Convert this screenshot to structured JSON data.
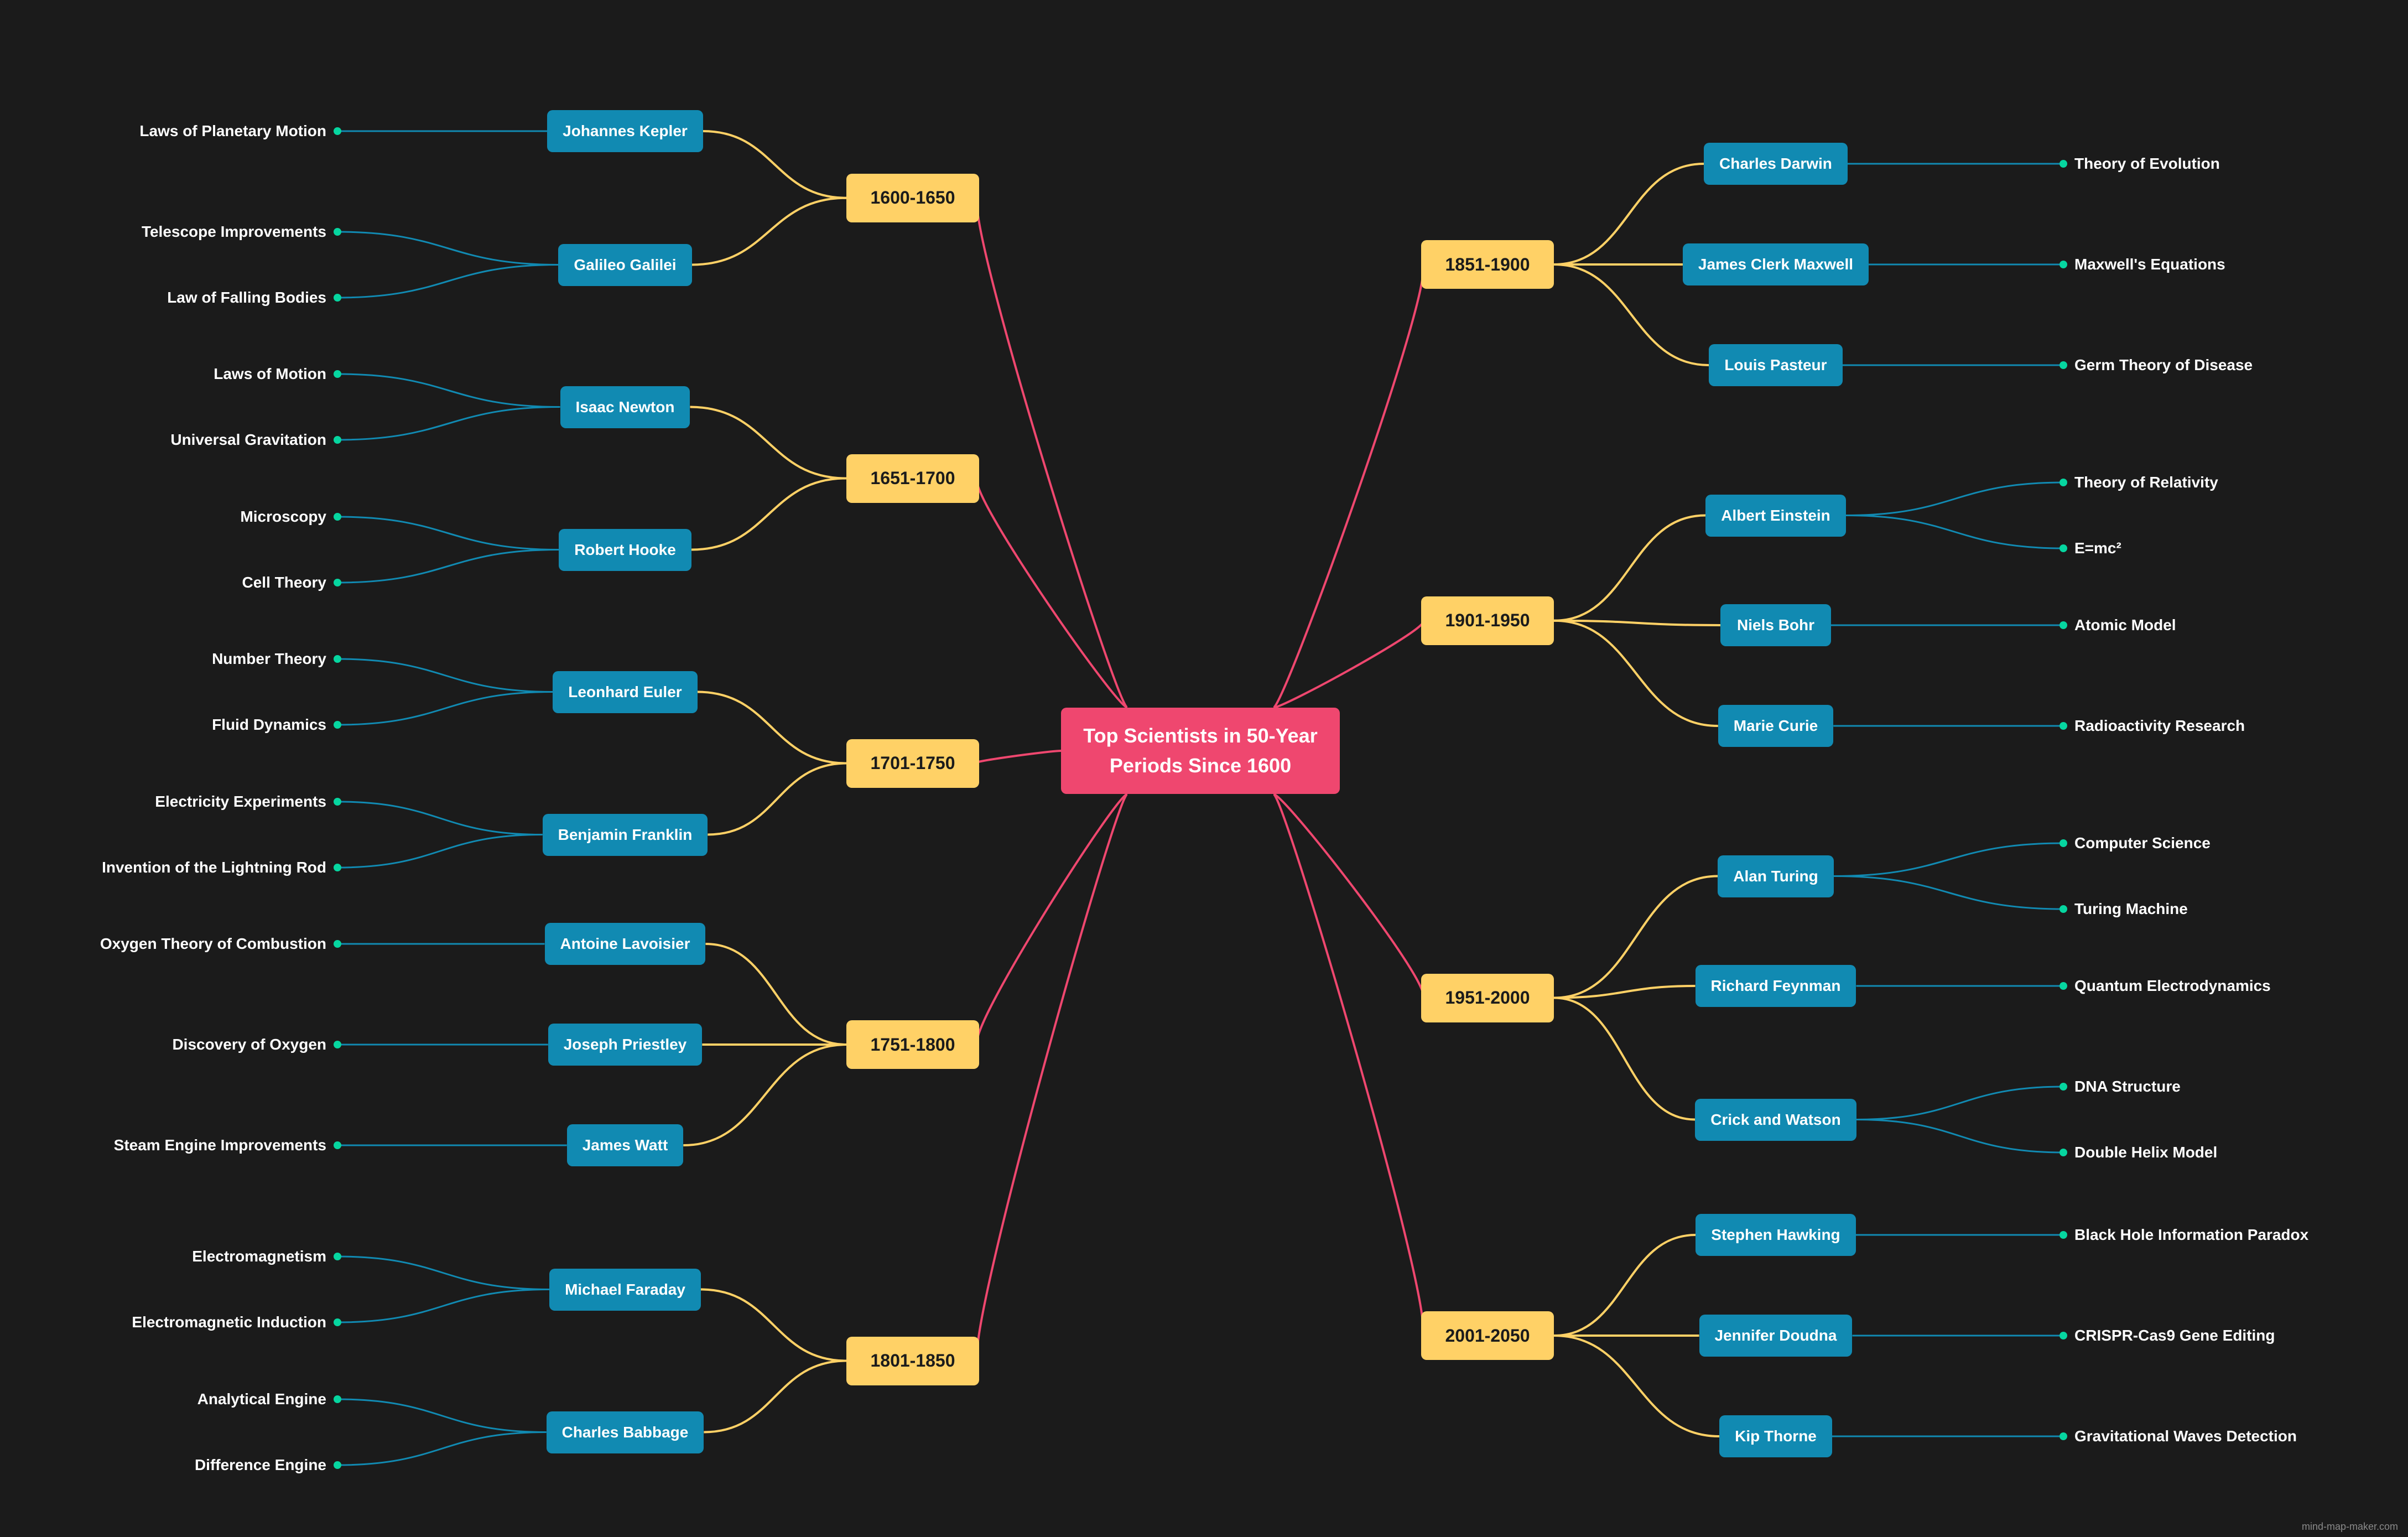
{
  "title": "Top Scientists in 50-Year Periods Since 1600",
  "credit": "mind-map-maker.com",
  "colors": {
    "background": "#1b1b1b",
    "root": "#ef476f",
    "period": "#ffd166",
    "scientist": "#118ab2",
    "leaf_dot": "#06d6a0"
  },
  "left": [
    {
      "period": "1600-1650",
      "scientists": [
        {
          "name": "Johannes Kepler",
          "works": [
            "Laws of Planetary Motion"
          ]
        },
        {
          "name": "Galileo Galilei",
          "works": [
            "Telescope Improvements",
            "Law of Falling Bodies"
          ]
        }
      ]
    },
    {
      "period": "1651-1700",
      "scientists": [
        {
          "name": "Isaac Newton",
          "works": [
            "Laws of Motion",
            "Universal Gravitation"
          ]
        },
        {
          "name": "Robert Hooke",
          "works": [
            "Microscopy",
            "Cell Theory"
          ]
        }
      ]
    },
    {
      "period": "1701-1750",
      "scientists": [
        {
          "name": "Leonhard Euler",
          "works": [
            "Number Theory",
            "Fluid Dynamics"
          ]
        },
        {
          "name": "Benjamin Franklin",
          "works": [
            "Electricity Experiments",
            "Invention of the Lightning Rod"
          ]
        }
      ]
    },
    {
      "period": "1751-1800",
      "scientists": [
        {
          "name": "Antoine Lavoisier",
          "works": [
            "Oxygen Theory of Combustion"
          ]
        },
        {
          "name": "Joseph Priestley",
          "works": [
            "Discovery of Oxygen"
          ]
        },
        {
          "name": "James Watt",
          "works": [
            "Steam Engine Improvements"
          ]
        }
      ]
    },
    {
      "period": "1801-1850",
      "scientists": [
        {
          "name": "Michael Faraday",
          "works": [
            "Electromagnetism",
            "Electromagnetic Induction"
          ]
        },
        {
          "name": "Charles Babbage",
          "works": [
            "Analytical Engine",
            "Difference Engine"
          ]
        }
      ]
    }
  ],
  "right": [
    {
      "period": "1851-1900",
      "scientists": [
        {
          "name": "Charles Darwin",
          "works": [
            "Theory of Evolution"
          ]
        },
        {
          "name": "James Clerk Maxwell",
          "works": [
            "Maxwell's Equations"
          ]
        },
        {
          "name": "Louis Pasteur",
          "works": [
            "Germ Theory of Disease"
          ]
        }
      ]
    },
    {
      "period": "1901-1950",
      "scientists": [
        {
          "name": "Albert Einstein",
          "works": [
            "Theory of Relativity",
            "E=mc²"
          ]
        },
        {
          "name": "Niels Bohr",
          "works": [
            "Atomic Model"
          ]
        },
        {
          "name": "Marie Curie",
          "works": [
            "Radioactivity Research"
          ]
        }
      ]
    },
    {
      "period": "1951-2000",
      "scientists": [
        {
          "name": "Alan Turing",
          "works": [
            "Computer Science",
            "Turing Machine"
          ]
        },
        {
          "name": "Richard Feynman",
          "works": [
            "Quantum Electrodynamics"
          ]
        },
        {
          "name": "Crick and Watson",
          "works": [
            "DNA Structure",
            "Double Helix Model"
          ]
        }
      ]
    },
    {
      "period": "2001-2050",
      "scientists": [
        {
          "name": "Stephen Hawking",
          "works": [
            "Black Hole Information Paradox"
          ]
        },
        {
          "name": "Jennifer Doudna",
          "works": [
            "CRISPR-Cas9 Gene Editing"
          ]
        },
        {
          "name": "Kip Thorne",
          "works": [
            "Gravitational Waves Detection"
          ]
        }
      ]
    }
  ]
}
